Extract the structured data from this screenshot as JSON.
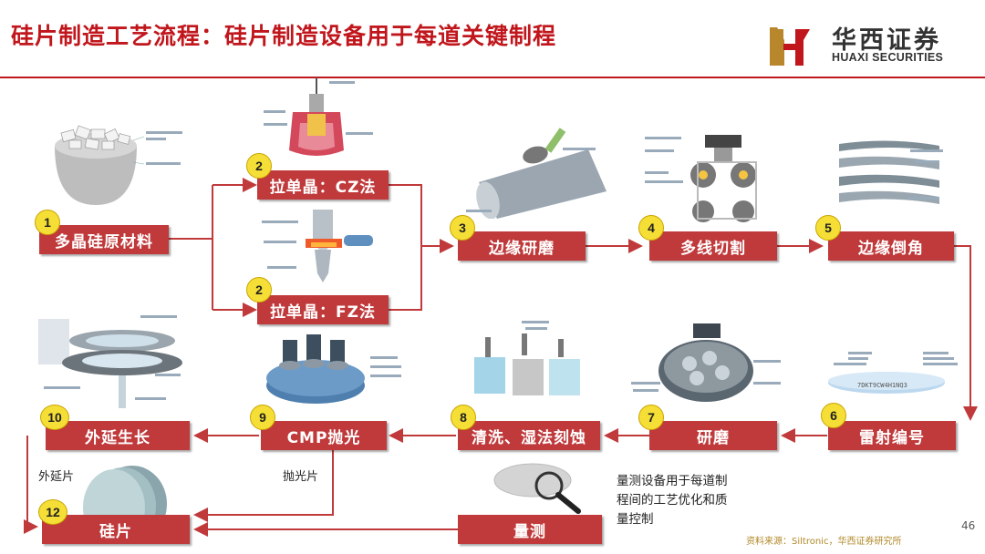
{
  "title": "硅片制造工艺流程：硅片制造设备用于每道关键制程",
  "brand": {
    "cn": "华西证券",
    "en": "HUAXI SECURITIES",
    "color": "#c0161c"
  },
  "steps": {
    "s1": {
      "num": "1",
      "label": "多晶硅原材料"
    },
    "s2a": {
      "num": "2",
      "label": "拉单晶：CZ法"
    },
    "s2b": {
      "num": "2",
      "label": "拉单晶：FZ法"
    },
    "s3": {
      "num": "3",
      "label": "边缘研磨"
    },
    "s4": {
      "num": "4",
      "label": "多线切割"
    },
    "s5": {
      "num": "5",
      "label": "边缘倒角"
    },
    "s6": {
      "num": "6",
      "label": "雷射编号"
    },
    "s7": {
      "num": "7",
      "label": "研磨"
    },
    "s8": {
      "num": "8",
      "label": "清洗、湿法刻蚀"
    },
    "s9": {
      "num": "9",
      "label": "CMP抛光"
    },
    "s10": {
      "num": "10",
      "label": "外延生长"
    },
    "s11": {
      "label": "量测"
    },
    "s12": {
      "num": "12",
      "label": "硅片"
    }
  },
  "notes": {
    "epi_wafer": "外延片",
    "polished_wafer": "抛光片"
  },
  "measure_desc": "量测设备用于每道制程间的工艺优化和质量控制",
  "source": "资料来源：Siltronic，华西证券研究所",
  "page_number": "46",
  "colors": {
    "step_fill": "#c0393b",
    "connector": "#c0393b",
    "badge": "#f5df36"
  }
}
